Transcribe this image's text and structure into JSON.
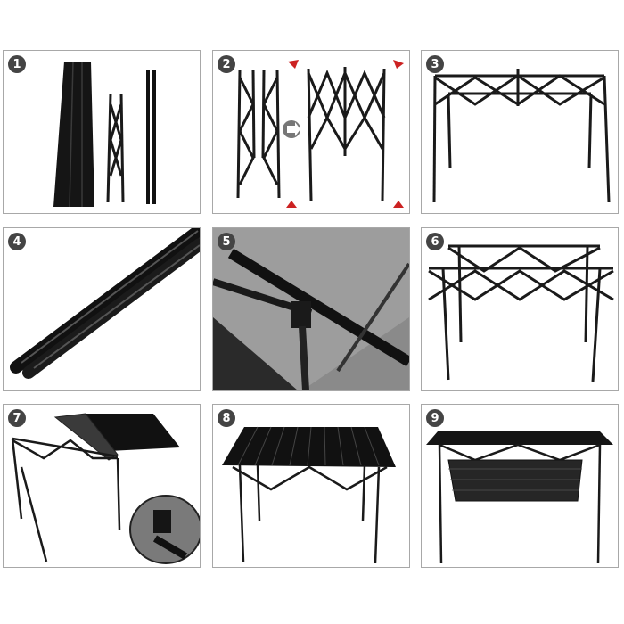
{
  "steps": [
    {
      "number": "1",
      "subject": "folded-components"
    },
    {
      "number": "2",
      "subject": "frame-expanding"
    },
    {
      "number": "3",
      "subject": "frame-opened"
    },
    {
      "number": "4",
      "subject": "support-rods"
    },
    {
      "number": "5",
      "subject": "rod-clip-joint"
    },
    {
      "number": "6",
      "subject": "rods-installed"
    },
    {
      "number": "7",
      "subject": "tabletop-unrolling"
    },
    {
      "number": "8",
      "subject": "assembled-table"
    },
    {
      "number": "9",
      "subject": "table-with-storage-net"
    }
  ],
  "colors": {
    "frame": "#1a1a1a",
    "arrow": "#cc2222",
    "badge": "#444444",
    "border": "#a8a8a8"
  }
}
